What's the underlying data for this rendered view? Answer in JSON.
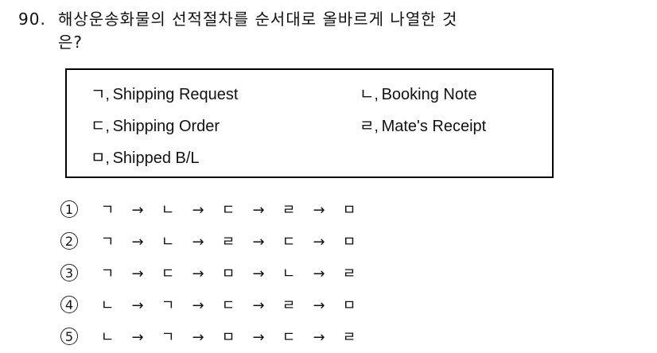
{
  "question": {
    "number": "90.",
    "text_line1": "해상운송화물의 선적절차를 순서대로 올바르게 나열한 것",
    "text_line2": "은?"
  },
  "box_items": [
    {
      "jamo": "ㄱ,",
      "label": "Shipping Request"
    },
    {
      "jamo": "ㄴ,",
      "label": "Booking Note"
    },
    {
      "jamo": "ㄷ,",
      "label": "Shipping Order"
    },
    {
      "jamo": "ㄹ,",
      "label": "Mate's Receipt"
    },
    {
      "jamo": "ㅁ,",
      "label": "Shipped B/L"
    }
  ],
  "options": [
    {
      "num": "1",
      "seq": [
        "ㄱ",
        "→",
        "ㄴ",
        "→",
        "ㄷ",
        "→",
        "ㄹ",
        "→",
        "ㅁ"
      ]
    },
    {
      "num": "2",
      "seq": [
        "ㄱ",
        "→",
        "ㄴ",
        "→",
        "ㄹ",
        "→",
        "ㄷ",
        "→",
        "ㅁ"
      ]
    },
    {
      "num": "3",
      "seq": [
        "ㄱ",
        "→",
        "ㄷ",
        "→",
        "ㅁ",
        "→",
        "ㄴ",
        "→",
        "ㄹ"
      ]
    },
    {
      "num": "4",
      "seq": [
        "ㄴ",
        "→",
        "ㄱ",
        "→",
        "ㄷ",
        "→",
        "ㄹ",
        "→",
        "ㅁ"
      ]
    },
    {
      "num": "5",
      "seq": [
        "ㄴ",
        "→",
        "ㄱ",
        "→",
        "ㅁ",
        "→",
        "ㄷ",
        "→",
        "ㄹ"
      ]
    }
  ]
}
